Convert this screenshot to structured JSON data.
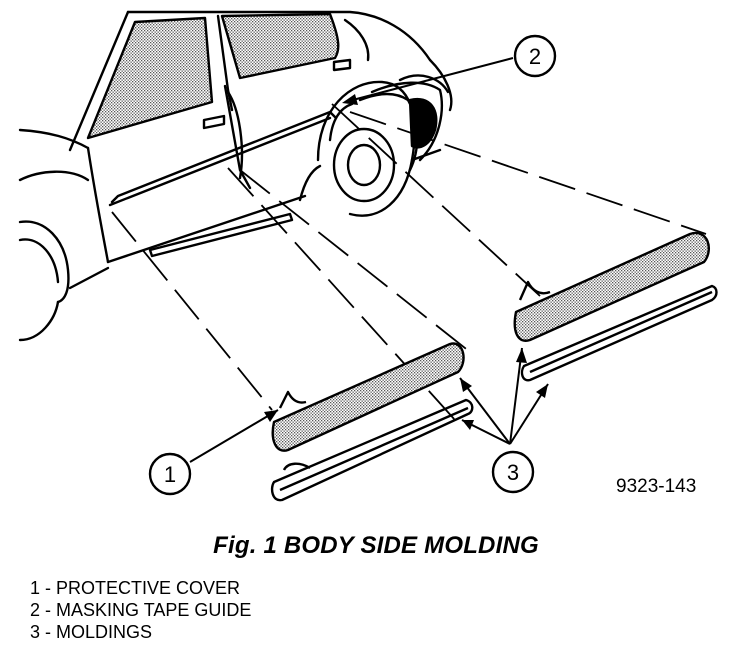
{
  "figure": {
    "number_label": "9323-143",
    "caption": "Fig. 1 BODY SIDE MOLDING",
    "callouts": [
      {
        "number": "1",
        "meaning": "PROTECTIVE COVER"
      },
      {
        "number": "2",
        "meaning": "MASKING TAPE GUIDE"
      },
      {
        "number": "3",
        "meaning": "MOLDINGS"
      }
    ]
  },
  "legend": [
    "1 - PROTECTIVE COVER",
    "2 - MASKING TAPE GUIDE",
    "3 - MOLDINGS"
  ],
  "colors": {
    "ink": "#000000",
    "paper": "#ffffff",
    "shading": "#9a9a9a"
  }
}
